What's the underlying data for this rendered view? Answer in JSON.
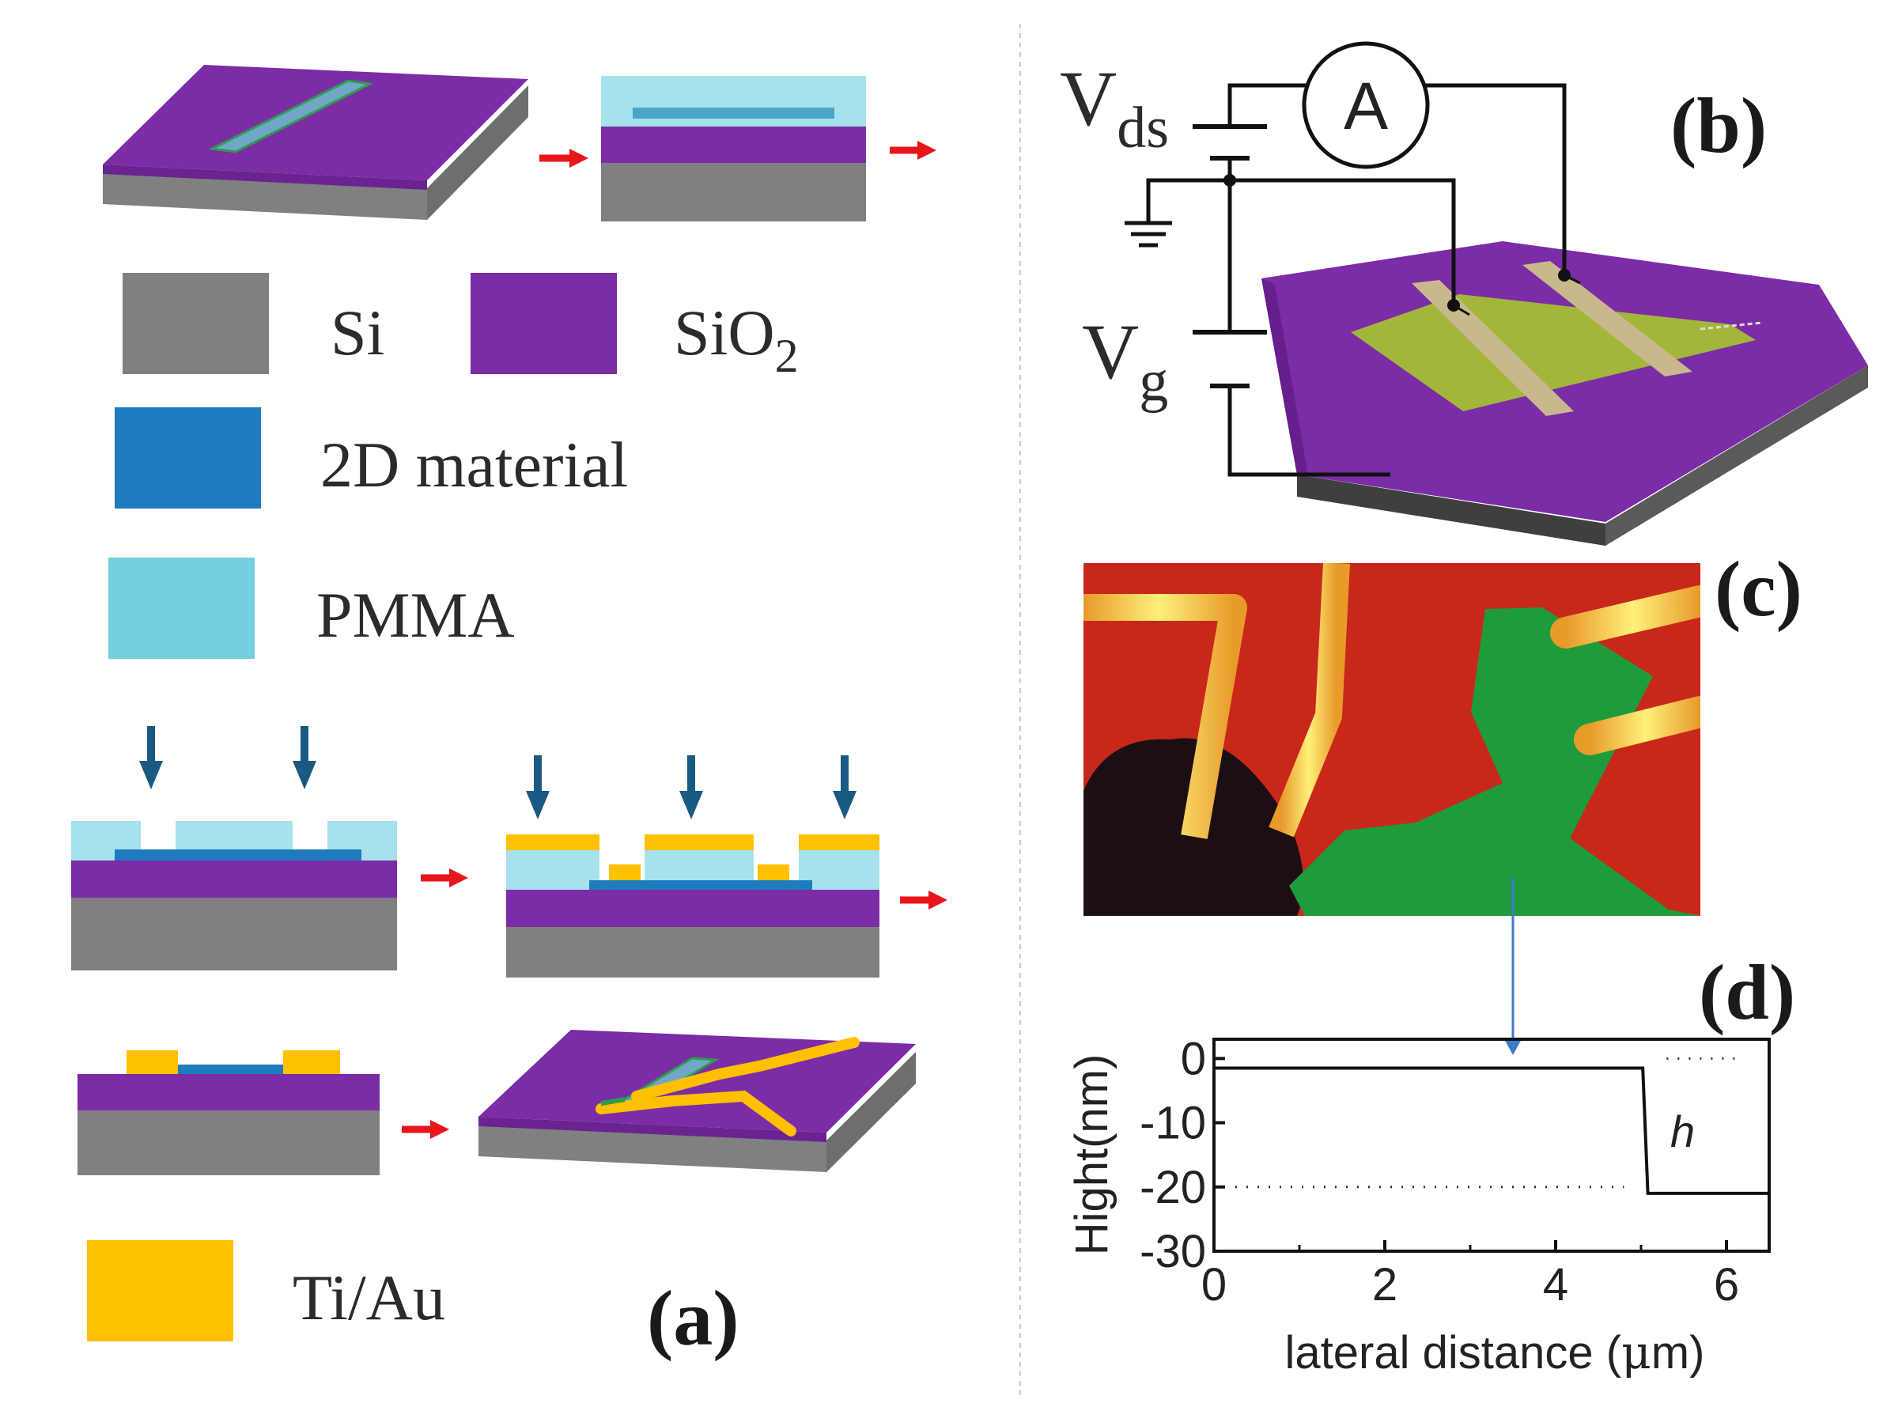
{
  "colors": {
    "si": "#808080",
    "sio2": "#7B2CA6",
    "material_2d": "#1E7BBE",
    "pmma": "#74D0DE",
    "tiau": "#FFC000",
    "arrow_red": "#E8151B",
    "exposure_arrow": "#1A5A82",
    "flake_green": "#A2B63C",
    "contact_bar": "#C9B88D",
    "optical_bg": "#C8281A",
    "optical_flake": "#1E9B3C",
    "optical_lead": "#F4C12A"
  },
  "legend": {
    "si": "Si",
    "sio2_main": "SiO",
    "sio2_sub": "2",
    "material_2d": "2D material",
    "pmma": "PMMA",
    "tiau": "Ti/Au"
  },
  "panels": {
    "a": "(a)",
    "b": "(b)",
    "c": "(c)",
    "d": "(d)"
  },
  "circuit": {
    "vds_main": "V",
    "vds_sub": "ds",
    "vg_main": "V",
    "vg_sub": "g",
    "ammeter": "A"
  },
  "chart_data": {
    "type": "line",
    "title": "",
    "xlabel_pre": "lateral distance (",
    "xlabel_mu": "μ",
    "xlabel_post": "m)",
    "ylabel": "Hight(nm)",
    "xlim": [
      0,
      6.5
    ],
    "ylim": [
      -30,
      3
    ],
    "xticks": [
      0,
      2,
      4,
      6
    ],
    "yticks": [
      0,
      -10,
      -20,
      -30
    ],
    "step_annotation": "h",
    "dotted_levels": [
      0,
      -20
    ],
    "series": [
      {
        "x": [
          0,
          5.0,
          5.02,
          5.08,
          6.5
        ],
        "y": [
          -1.5,
          -1.5,
          -1.5,
          -21,
          -21
        ]
      }
    ]
  }
}
